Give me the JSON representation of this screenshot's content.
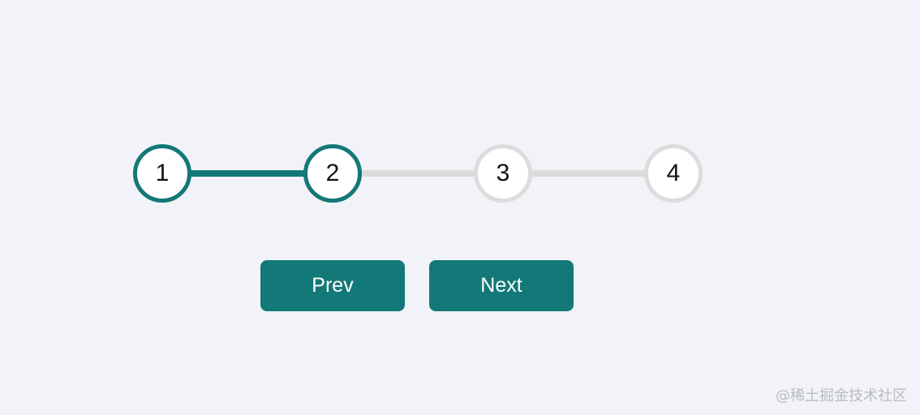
{
  "stepper": {
    "current_step": 2,
    "total_steps": 4,
    "steps": [
      {
        "label": "1",
        "active": true
      },
      {
        "label": "2",
        "active": true
      },
      {
        "label": "3",
        "active": false
      },
      {
        "label": "4",
        "active": false
      }
    ],
    "colors": {
      "active": "#137878",
      "inactive": "#dcdcdc"
    }
  },
  "buttons": {
    "prev_label": "Prev",
    "next_label": "Next"
  },
  "watermark": "@稀土掘金技术社区"
}
